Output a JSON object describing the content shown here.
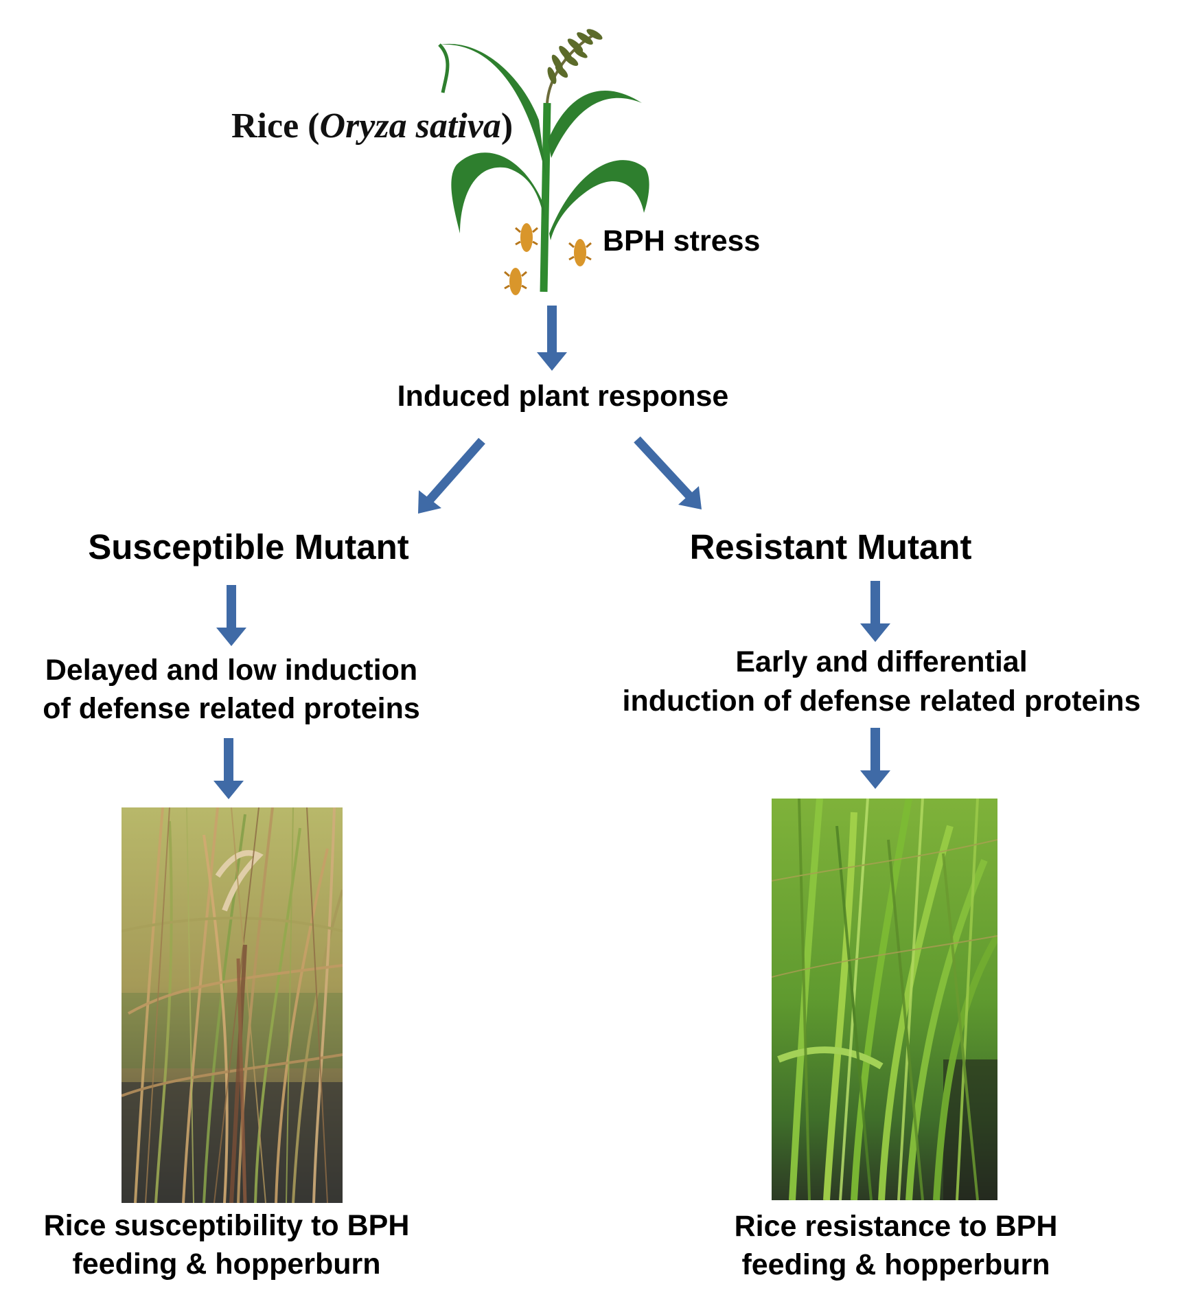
{
  "title": {
    "prefix": "Rice (",
    "italic": "Oryza sativa",
    "suffix": ")"
  },
  "stress_label": "BPH stress",
  "induced_label": "Induced plant response",
  "left": {
    "heading": "Susceptible Mutant",
    "response_line1": "Delayed and low induction",
    "response_line2": "of defense related proteins",
    "outcome_line1": "Rice susceptibility to BPH",
    "outcome_line2": "feeding & hopperburn"
  },
  "right": {
    "heading": "Resistant Mutant",
    "response_line1": "Early and differential",
    "response_line2": "induction of defense related proteins",
    "outcome_line1": "Rice resistance to BPH",
    "outcome_line2": "feeding  & hopperburn"
  },
  "colors": {
    "arrow": "#3f6aa6",
    "plant": "#2e7d32",
    "insect": "#d9962b"
  }
}
